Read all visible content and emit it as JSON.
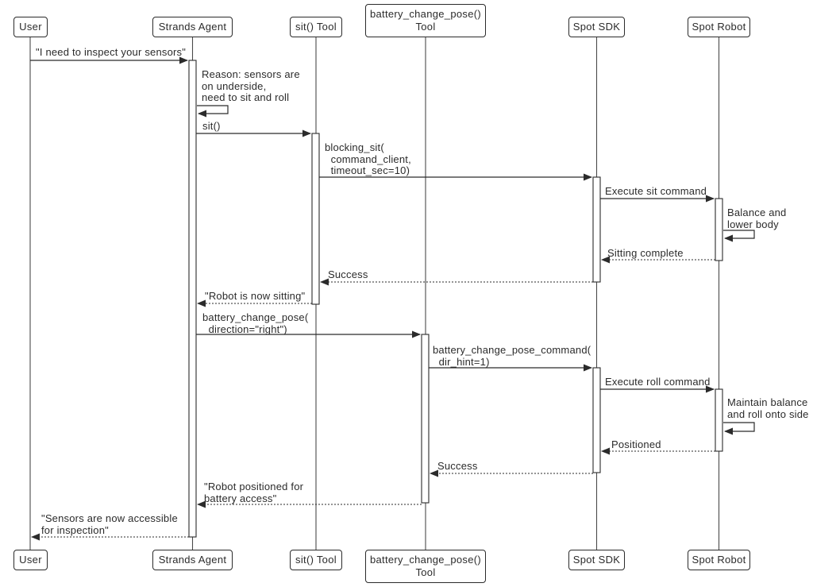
{
  "diagram": {
    "type": "uml-sequence",
    "background": "#ffffff",
    "line_color": "#2b2b2b",
    "text_color": "#2b2b2b",
    "box_fill": "#ffffff",
    "box_border": "#2b2b2b"
  },
  "participants": [
    {
      "id": "user",
      "label": "User"
    },
    {
      "id": "strands-agent",
      "label": "Strands Agent"
    },
    {
      "id": "sit-tool",
      "label": "sit() Tool"
    },
    {
      "id": "battery-tool",
      "label": "battery_change_pose()\nTool"
    },
    {
      "id": "spot-sdk",
      "label": "Spot SDK"
    },
    {
      "id": "spot-robot",
      "label": "Spot Robot"
    }
  ],
  "messages": [
    {
      "from": "User",
      "to": "Strands Agent",
      "style": "solid",
      "label": "\"I need to inspect your sensors\""
    },
    {
      "from": "Strands Agent",
      "to": "Strands Agent",
      "style": "self",
      "label": "Reason: sensors are\non underside,\nneed to sit and roll"
    },
    {
      "from": "Strands Agent",
      "to": "sit() Tool",
      "style": "solid",
      "label": "sit()"
    },
    {
      "from": "sit() Tool",
      "to": "Spot SDK",
      "style": "solid",
      "label": "blocking_sit(\n  command_client,\n  timeout_sec=10)"
    },
    {
      "from": "Spot SDK",
      "to": "Spot Robot",
      "style": "solid",
      "label": "Execute sit command"
    },
    {
      "from": "Spot Robot",
      "to": "Spot Robot",
      "style": "self",
      "label": "Balance and\nlower body"
    },
    {
      "from": "Spot Robot",
      "to": "Spot SDK",
      "style": "dashed",
      "label": "Sitting complete"
    },
    {
      "from": "Spot SDK",
      "to": "sit() Tool",
      "style": "dashed",
      "label": "Success"
    },
    {
      "from": "sit() Tool",
      "to": "Strands Agent",
      "style": "dashed",
      "label": "\"Robot is now sitting\""
    },
    {
      "from": "Strands Agent",
      "to": "battery_change_pose() Tool",
      "style": "solid",
      "label": "battery_change_pose(\n  direction=\"right\")"
    },
    {
      "from": "battery_change_pose() Tool",
      "to": "Spot SDK",
      "style": "solid",
      "label": "battery_change_pose_command(\n  dir_hint=1)"
    },
    {
      "from": "Spot SDK",
      "to": "Spot Robot",
      "style": "solid",
      "label": "Execute roll command"
    },
    {
      "from": "Spot Robot",
      "to": "Spot Robot",
      "style": "self",
      "label": "Maintain balance\nand roll onto side"
    },
    {
      "from": "Spot Robot",
      "to": "Spot SDK",
      "style": "dashed",
      "label": "Positioned"
    },
    {
      "from": "Spot SDK",
      "to": "battery_change_pose() Tool",
      "style": "dashed",
      "label": "Success"
    },
    {
      "from": "battery_change_pose() Tool",
      "to": "Strands Agent",
      "style": "dashed",
      "label": "\"Robot positioned for\nbattery access\""
    },
    {
      "from": "Strands Agent",
      "to": "User",
      "style": "dashed",
      "label": "\"Sensors are now accessible\nfor inspection\""
    }
  ]
}
